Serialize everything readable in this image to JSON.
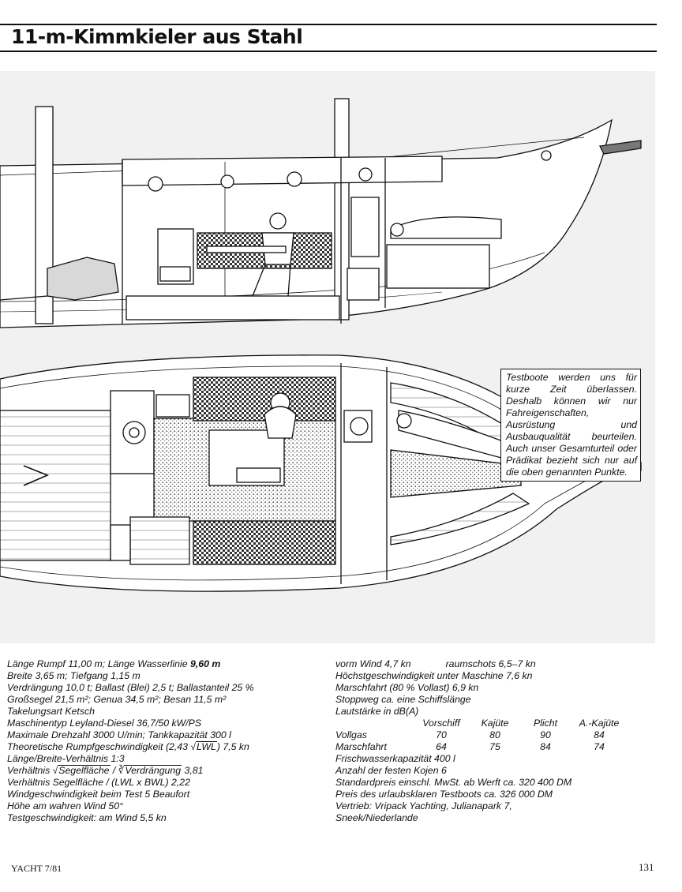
{
  "page": {
    "headline": "11-m-Kimmkieler aus Stahl",
    "footer_left": "YACHT 7/81",
    "footer_right": "131"
  },
  "notice": "Testboote werden uns für kurze Zeit überlassen. Deshalb können wir nur Fahreigenschaften, Ausrüstung und Ausbauqualität beurteilen. Auch unser Gesamturteil oder Prädikat bezieht sich nur auf die oben genannten Punkte.",
  "specs_left": {
    "l1a": "Länge Rumpf 11,00 m; Länge Wasserlinie ",
    "l1b": "9,60 m",
    "l2": "Breite 3,65 m; Tiefgang 1,15 m",
    "l3": "Verdrängung 10,0 t; Ballast (Blei) 2,5 t; Ballastanteil 25 %",
    "l4": "Großsegel 21,5 m²; Genua 34,5 m²; Besan 11,5 m²",
    "l5": "Takelungsart Ketsch",
    "l6": "Maschinentyp Leyland-Diesel 36,7/50 kW/PS",
    "l7": "Maximale Drehzahl 3000 U/min; Tankkapazität 300 l",
    "l8a": "Theoretische Rumpfgeschwindigkeit (2,43 ",
    "l8b": "LWL",
    "l8c": ") 7,5 kn",
    "l9": "Länge/Breite-Verhältnis 1:3",
    "l10a": "Verhältnis ",
    "l10b": "Segelfläche",
    "l10c": " / ",
    "l10d": "Verdrängung",
    "l10e": " 3,81",
    "l11": "Verhältnis Segelfläche / (LWL x BWL) 2,22",
    "l12": "Windgeschwindigkeit beim Test 5 Beaufort",
    "l13": "Höhe am wahren Wind 50°",
    "l14": "Testgeschwindigkeit:  am Wind 5,5 kn"
  },
  "specs_right": {
    "r1a": "vorm Wind 4,7 kn",
    "r1b": "raumschots 6,5–7 kn",
    "r2": "Höchstgeschwindigkeit unter Maschine 7,6 kn",
    "r3": "Marschfahrt (80 % Vollast) 6,9 kn",
    "r4": "Stoppweg ca. eine Schiffslänge",
    "r5": "Lautstärke in dB(A)",
    "noise_headers": [
      "",
      "Vorschiff",
      "Kajüte",
      "Plicht",
      "A.-Kajüte"
    ],
    "noise_rows": [
      [
        "Vollgas",
        "70",
        "80",
        "90",
        "84"
      ],
      [
        "Marschfahrt",
        "64",
        "75",
        "84",
        "74"
      ]
    ],
    "r6": "Frischwasserkapazität 400 l",
    "r7": "Anzahl der festen Kojen 6",
    "r8": "Standardpreis einschl. MwSt. ab Werft ca. 320 400 DM",
    "r9": "Preis des urlaubsklaren Testboots ca. 326 000 DM",
    "r10": "Vertrieb: Vripack Yachting, Julianapark 7,",
    "r11": "Sneek/Niederlande"
  }
}
